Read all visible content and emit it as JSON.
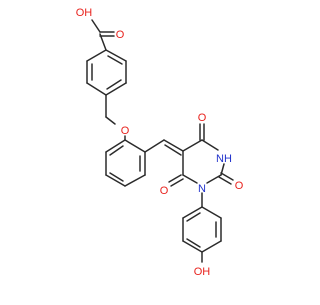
{
  "molecule": {
    "bond_color": "#2b2b2b",
    "oxygen_color": "#e8231e",
    "nitrogen_color": "#2233cc",
    "labels": {
      "carboxyl_oh": "OH",
      "carbonyl_o_acid": "O",
      "ether_o": "O",
      "carbonyl_o_top": "O",
      "nh": "NH",
      "carbonyl_o_right": "O",
      "carbonyl_o_left": "O",
      "ring_n": "N",
      "phenol_oh": "OH"
    }
  }
}
